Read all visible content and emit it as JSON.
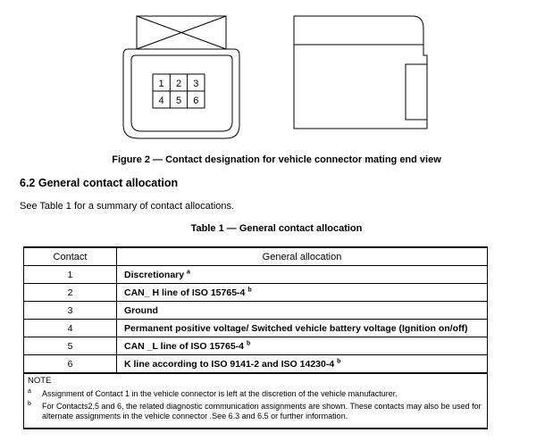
{
  "figure": {
    "caption": "Figure 2 — Contact designation for vehicle connector mating end view",
    "pins": [
      "1",
      "2",
      "3",
      "4",
      "5",
      "6"
    ]
  },
  "section": {
    "heading": "6.2 General contact allocation",
    "intro": "See Table 1 for a summary of contact allocations."
  },
  "table": {
    "caption": "Table 1 — General contact allocation",
    "headers": {
      "contact": "Contact",
      "allocation": "General allocation"
    },
    "rows": [
      {
        "contact": "1",
        "allocation": "Discretionary",
        "note": "a"
      },
      {
        "contact": "2",
        "allocation": "CAN_ H line of ISO 15765-4",
        "note": "b"
      },
      {
        "contact": "3",
        "allocation": "Ground",
        "note": ""
      },
      {
        "contact": "4",
        "allocation": "Permanent positive voltage/ Switched vehicle battery voltage (Ignition on/off)",
        "note": ""
      },
      {
        "contact": "5",
        "allocation": "CAN _L line of ISO 15765-4",
        "note": "b"
      },
      {
        "contact": "6",
        "allocation": "K  line according to ISO 9141-2 and ISO 14230-4",
        "note": "b"
      }
    ],
    "notes": {
      "label": "NOTE",
      "footnotes": [
        {
          "mark": "a",
          "text": "Assignment of Contact 1 in the vehicle connector is left  at  the  discretion of  the vehicle manufacturer."
        },
        {
          "mark": "b",
          "text": "For Contacts2,5 and 6, the related diagnostic communication assignments are shown. These contacts may also be used for alternate assignments in the vehicle connector .See 6.3 and 6.5 or further information."
        }
      ]
    }
  }
}
